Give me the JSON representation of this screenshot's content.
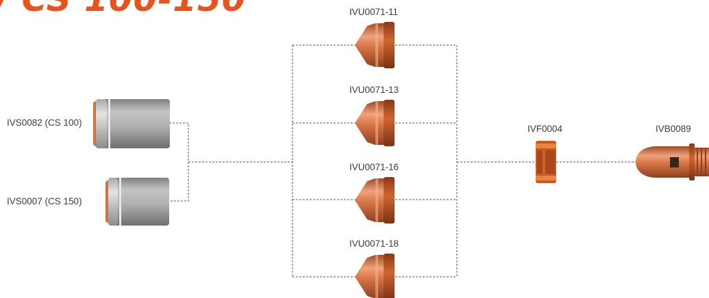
{
  "heading": "/ CS 100-150",
  "colors": {
    "accent": "#e8531d",
    "copper": "#c96a3e",
    "shield_gray": "#a9a9a9",
    "connector_line": "#555555"
  },
  "shields": [
    {
      "code": "IVS0082 (CS 100)"
    },
    {
      "code": "IVS0007 (CS 150)"
    }
  ],
  "nozzles": [
    {
      "code": "IVU0071-11"
    },
    {
      "code": "IVU0071-13"
    },
    {
      "code": "IVU0071-16"
    },
    {
      "code": "IVU0071-18"
    }
  ],
  "swirl_ring": {
    "code": "IVF0004"
  },
  "electrode": {
    "code": "IVB0089"
  }
}
